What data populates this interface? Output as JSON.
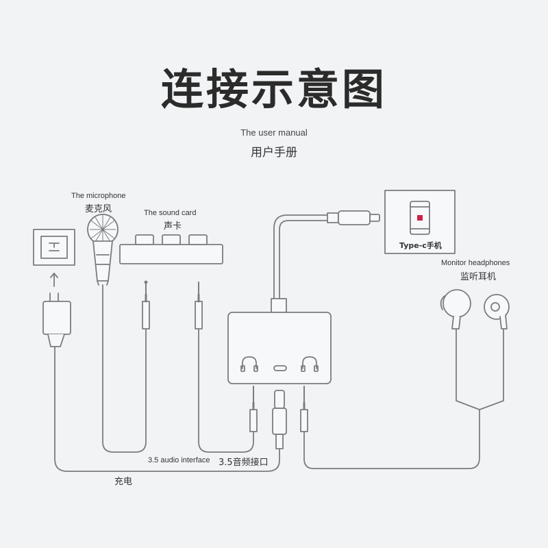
{
  "title": "连接示意图",
  "subtitle_en": "The user manual",
  "subtitle_cn": "用户手册",
  "labels": {
    "microphone_en": "The microphone",
    "microphone_cn": "麦克风",
    "soundcard_en": "The sound card",
    "soundcard_cn": "声卡",
    "phone": "Type-c手机",
    "headphones_en": "Monitor headphones",
    "headphones_cn": "监听耳机",
    "audio_interface_en": "3.5 audio interface",
    "audio_interface_cn": "3.5音频接口",
    "charging": "充电"
  },
  "colors": {
    "background": "#f2f3f5",
    "line": "#7a7c80",
    "fill": "#f7f8fa"
  },
  "icons": [
    "wall-socket-icon",
    "power-plug-icon",
    "microphone-icon",
    "sound-card-icon",
    "jack-plug-icon",
    "usb-c-plug-icon",
    "phone-icon",
    "earbud-icon",
    "headphone-port-icon"
  ]
}
